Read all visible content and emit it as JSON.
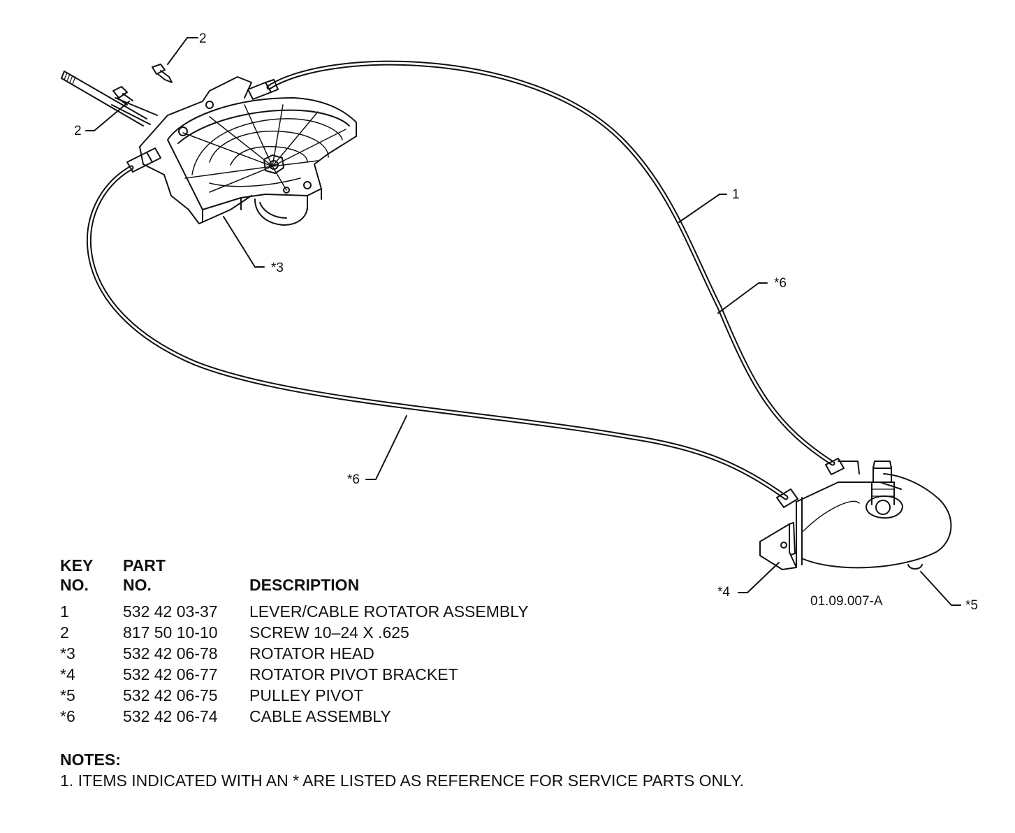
{
  "diagram": {
    "figure_id": "01.09.007-A",
    "callouts": [
      "2",
      "2",
      "*3",
      "1",
      "*6",
      "*6",
      "*4",
      "*5"
    ]
  },
  "parts_table": {
    "headers": {
      "key_line1": "KEY",
      "key_line2": "NO.",
      "part_line1": "PART",
      "part_line2": "NO.",
      "description": "DESCRIPTION"
    },
    "rows": [
      {
        "key": "1",
        "part": "532 42 03-37",
        "description": "LEVER/CABLE ROTATOR ASSEMBLY"
      },
      {
        "key": "2",
        "part": "817 50 10-10",
        "description": "SCREW 10–24 X .625"
      },
      {
        "key": "*3",
        "part": "532 42 06-78",
        "description": "ROTATOR HEAD"
      },
      {
        "key": "*4",
        "part": "532 42 06-77",
        "description": "ROTATOR PIVOT BRACKET"
      },
      {
        "key": "*5",
        "part": "532 42 06-75",
        "description": "PULLEY PIVOT"
      },
      {
        "key": "*6",
        "part": "532 42 06-74",
        "description": "CABLE ASSEMBLY"
      }
    ]
  },
  "notes": {
    "title": "NOTES:",
    "items": [
      "1. ITEMS INDICATED WITH AN * ARE LISTED AS REFERENCE FOR SERVICE PARTS ONLY."
    ]
  }
}
